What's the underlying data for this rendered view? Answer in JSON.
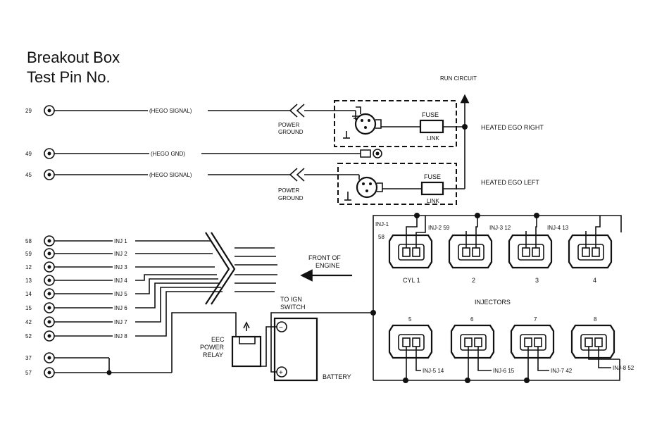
{
  "title": {
    "line1": "Breakout Box",
    "line2": "Test Pin No."
  },
  "pins": {
    "p29": "29",
    "p49": "49",
    "p45": "45",
    "p58": "58",
    "p59": "59",
    "p12": "12",
    "p13": "13",
    "p14": "14",
    "p15": "15",
    "p42": "42",
    "p52": "52",
    "p37": "37",
    "p57": "57"
  },
  "wires": {
    "hego_signal_right": "(HEGO SIGNAL)",
    "hego_gnd": "(HEGO GND)",
    "hego_signal_left": "(HEGO SIGNAL)",
    "inj1": "INJ 1",
    "inj2": "INJ 2",
    "inj3": "INJ 3",
    "inj4": "INJ 4",
    "inj5": "INJ 5",
    "inj6": "INJ 6",
    "inj7": "INJ 7",
    "inj8": "INJ 8"
  },
  "labels": {
    "run_circuit": "RUN CIRCUIT",
    "power": "POWER",
    "ground": "GROUND",
    "fuse": "FUSE",
    "link": "LINK",
    "heated_ego_right": "HEATED EGO RIGHT",
    "heated_ego_left": "HEATED EGO LEFT",
    "front_of": "FRONT OF",
    "engine": "ENGINE",
    "to_ign": "TO IGN",
    "switch": "SWITCH",
    "eec": "EEC",
    "power_relay_1": "POWER",
    "relay": "RELAY",
    "battery": "BATTERY",
    "injectors": "INJECTORS",
    "minus": "−",
    "plus": "+"
  },
  "injectors_top": [
    {
      "tag": "INJ-1",
      "pin": "58",
      "cyl": "CYL 1"
    },
    {
      "tag": "INJ-2 59",
      "cyl": "2"
    },
    {
      "tag": "INJ-3 12",
      "cyl": "3"
    },
    {
      "tag": "INJ-4 13",
      "cyl": "4"
    }
  ],
  "injectors_bottom": [
    {
      "num": "5",
      "tag": "INJ-5 14"
    },
    {
      "num": "6",
      "tag": "INJ-6 15"
    },
    {
      "num": "7",
      "tag": "INJ-7 42"
    },
    {
      "num": "8",
      "tag": "INJ-8 52"
    }
  ]
}
